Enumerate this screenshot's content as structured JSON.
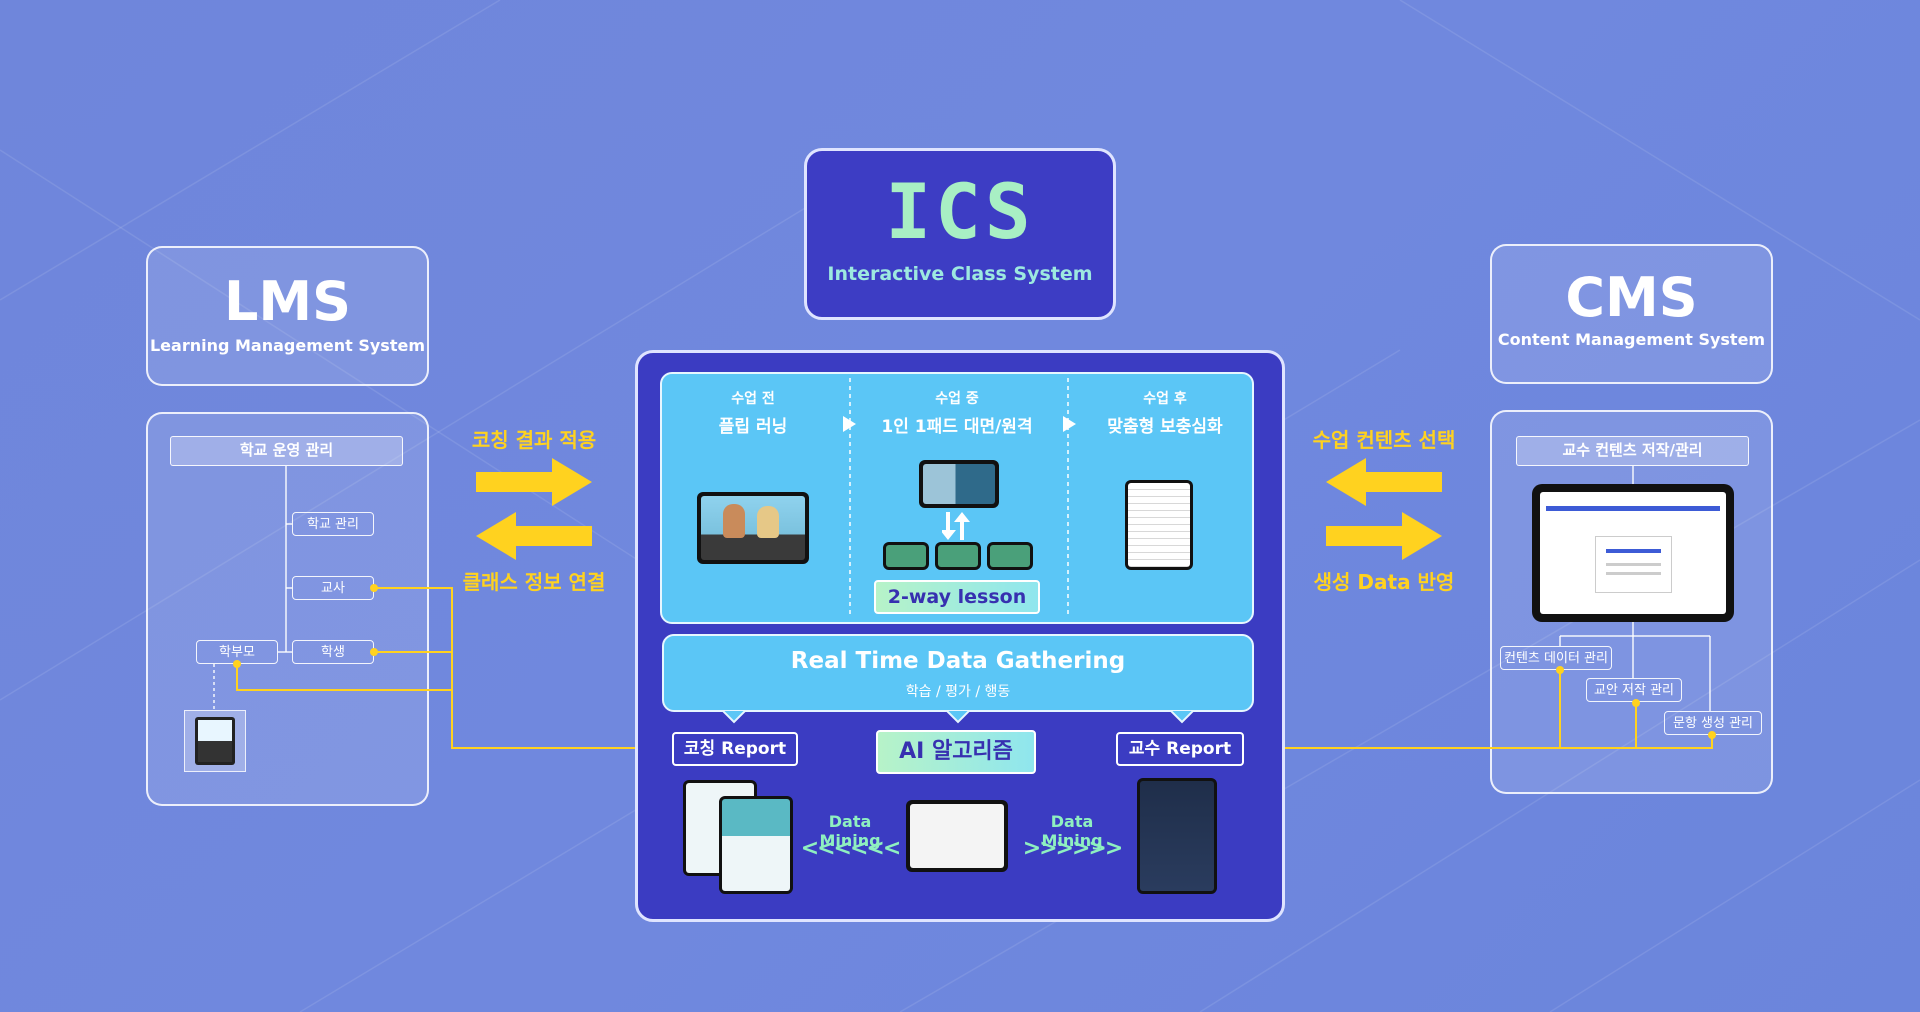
{
  "lms": {
    "title": "LMS",
    "subtitle": "Learning Management System",
    "root": "학교 운영 관리",
    "school": "학교 관리",
    "teacher": "교사",
    "student": "학생",
    "parent": "학부모"
  },
  "cms": {
    "title": "CMS",
    "subtitle": "Content Management System",
    "root": "교수 컨텐츠 저작/관리",
    "content_data": "컨텐츠 데이터 관리",
    "draft": "교안 저작 관리",
    "question": "문항 생성 관리"
  },
  "ics": {
    "title": "ICS",
    "subtitle": "Interactive Class System"
  },
  "left_arrows": {
    "top": "코칭 결과 적용",
    "bottom": "클래스 정보 연결"
  },
  "right_arrows": {
    "top": "수업 컨텐츠 선택",
    "bottom": "생성 Data 반영"
  },
  "stages": [
    {
      "small": "수업 전",
      "big": "플립 러닝"
    },
    {
      "small": "수업 중",
      "big": "1인 1패드 대면/원격"
    },
    {
      "small": "수업 후",
      "big": "맞춤형 보충심화"
    }
  ],
  "two_way": "2-way lesson",
  "gathering": {
    "title": "Real Time Data Gathering",
    "sub": "학습 / 평가 / 행동"
  },
  "coaching_report": "코칭 Report",
  "ai": "AI 알고리즘",
  "professor_report": "교수 Report",
  "mining_left": "Data Mining",
  "mining_right": "Data Mining",
  "chev_left": "<<<<<<",
  "chev_right": ">>>>>>",
  "colors": {
    "background": "#7088de",
    "ics_box": "#3b3cc2",
    "cyan": "#5bc6f6",
    "yellow": "#ffd21f",
    "mint": "#8ff0c0"
  }
}
